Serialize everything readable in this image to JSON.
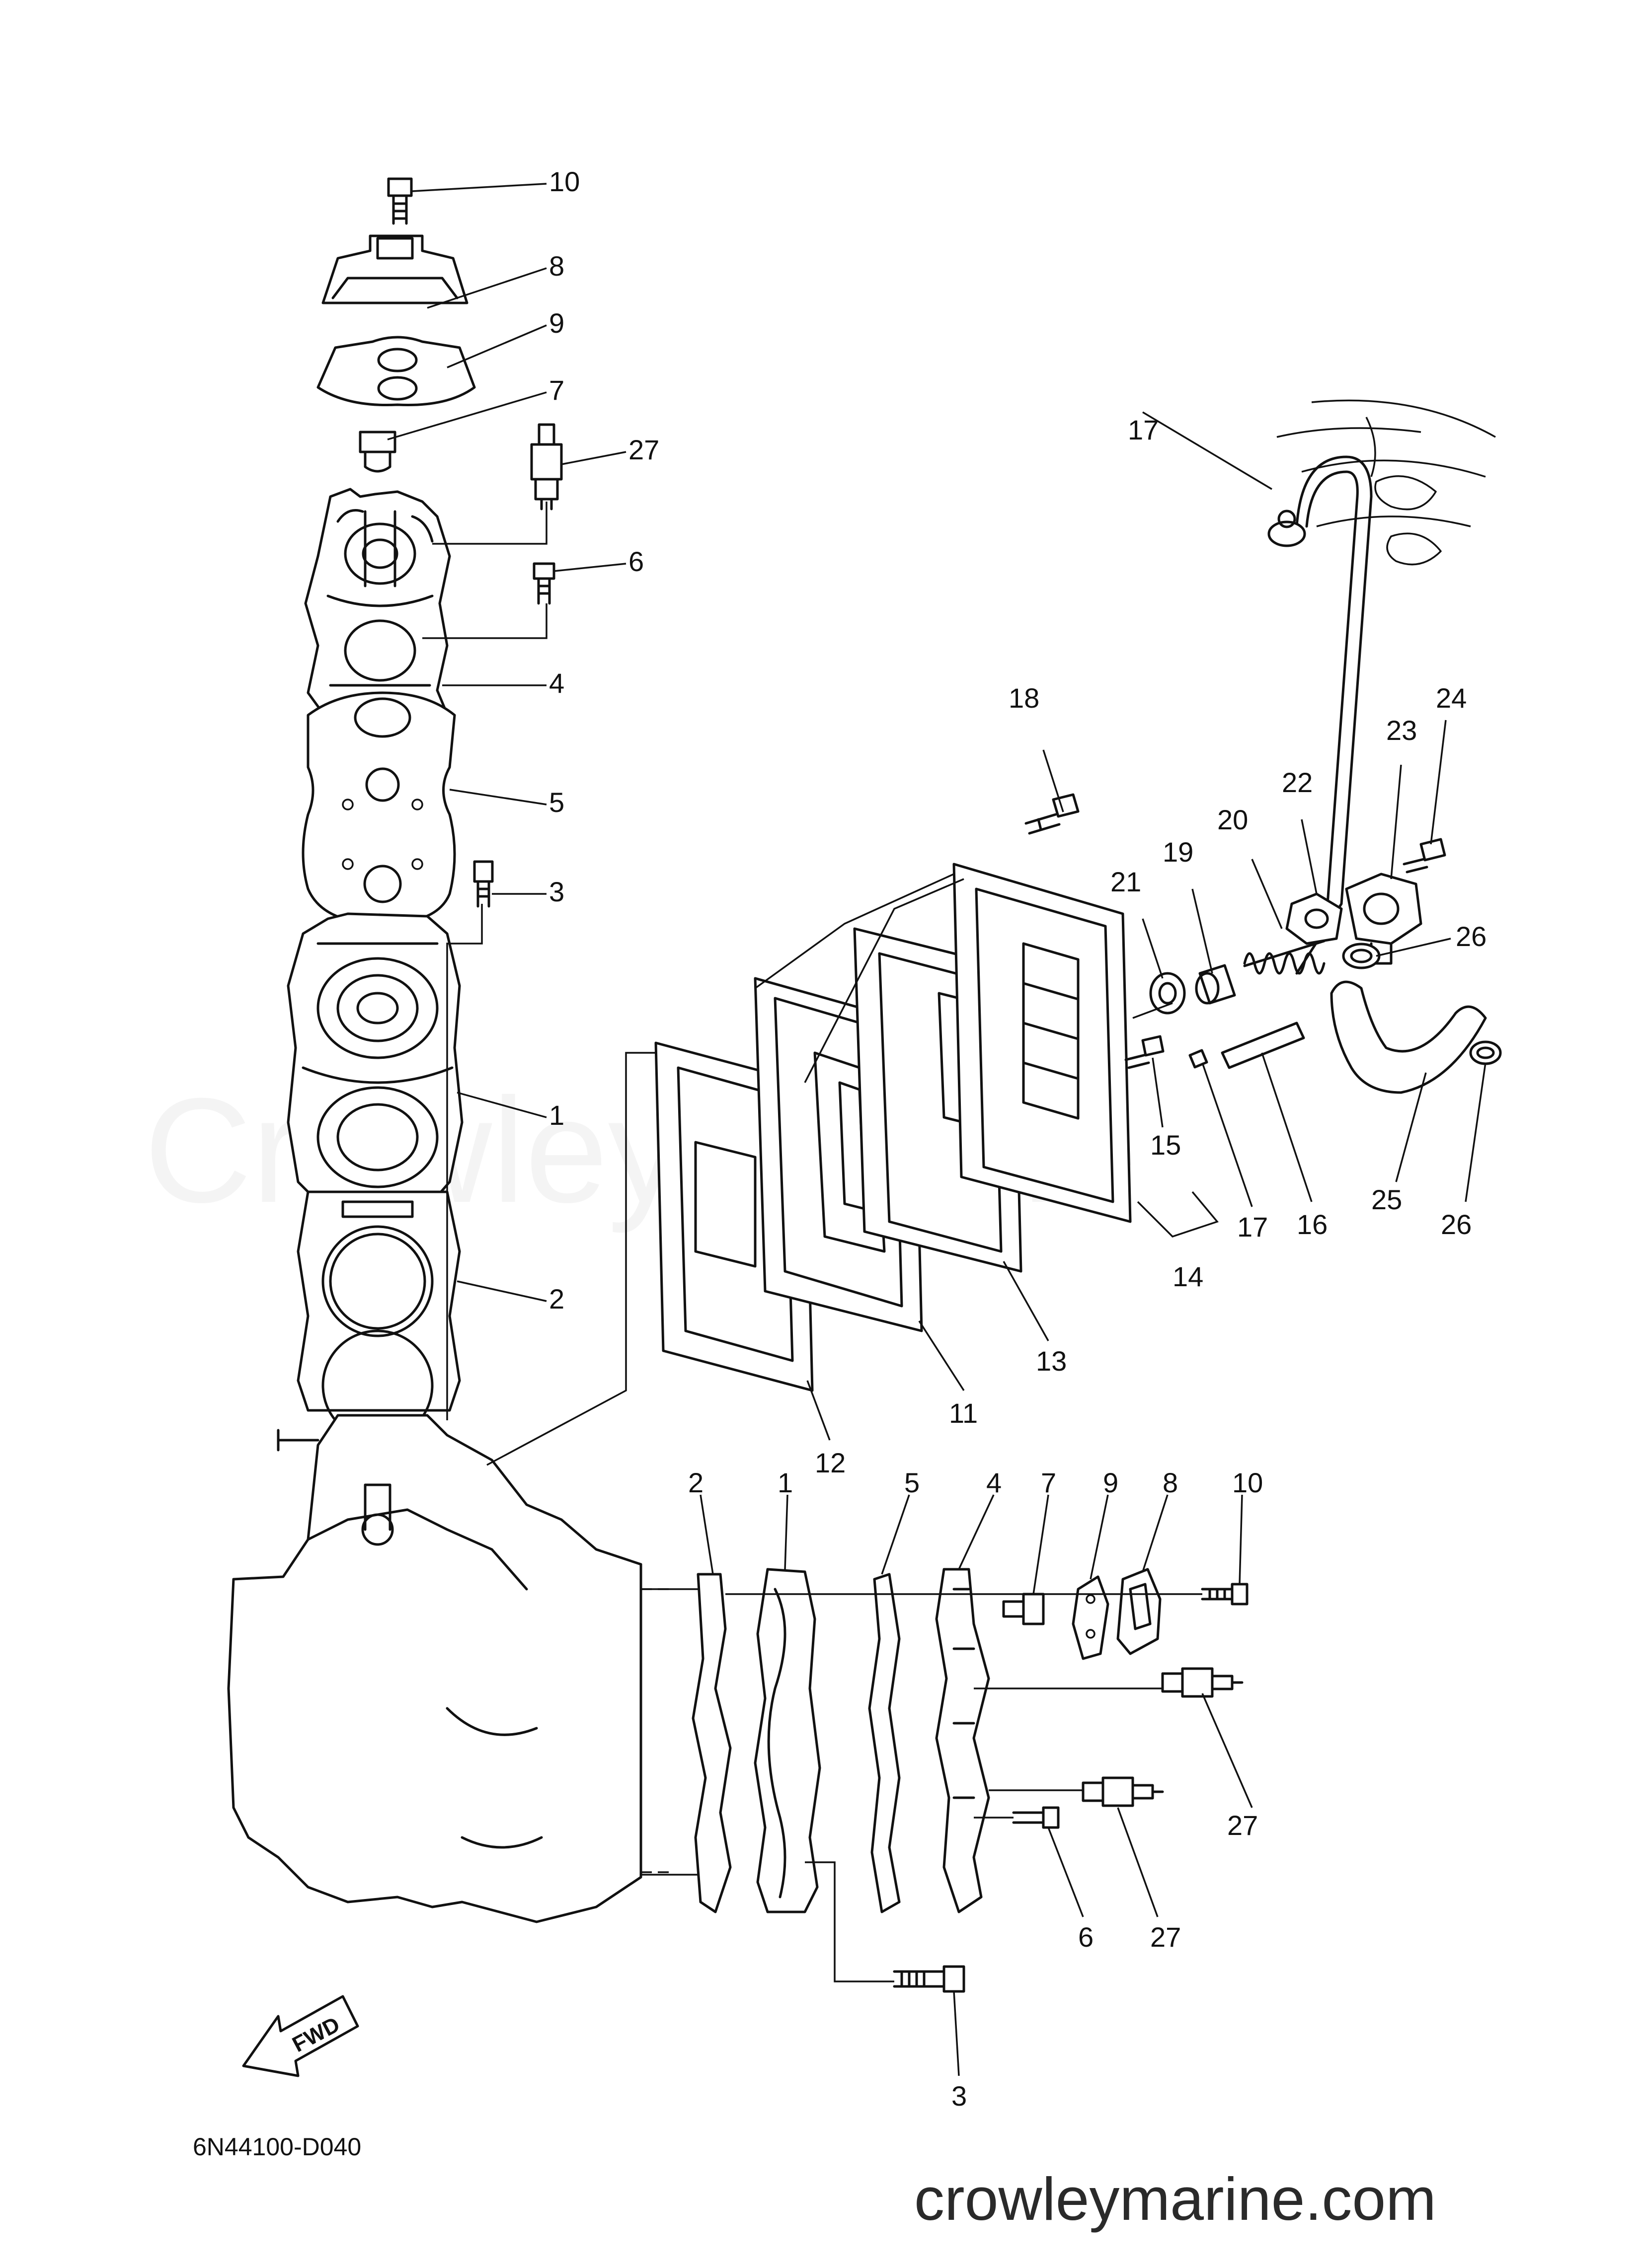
{
  "diagram": {
    "part_number": "6N44100-D040",
    "direction_label": "FWD",
    "watermark_background": "CrowleyMarine",
    "watermark_site": "crowleymarine.com",
    "callouts": [
      {
        "id": "c10a",
        "label": "10"
      },
      {
        "id": "c8a",
        "label": "8"
      },
      {
        "id": "c9a",
        "label": "9"
      },
      {
        "id": "c7a",
        "label": "7"
      },
      {
        "id": "c27a",
        "label": "27"
      },
      {
        "id": "c6a",
        "label": "6"
      },
      {
        "id": "c4a",
        "label": "4"
      },
      {
        "id": "c5a",
        "label": "5"
      },
      {
        "id": "c3a",
        "label": "3"
      },
      {
        "id": "c1a",
        "label": "1"
      },
      {
        "id": "c2a",
        "label": "2"
      },
      {
        "id": "c17a",
        "label": "17"
      },
      {
        "id": "c18",
        "label": "18"
      },
      {
        "id": "c22",
        "label": "22"
      },
      {
        "id": "c23",
        "label": "23"
      },
      {
        "id": "c24",
        "label": "24"
      },
      {
        "id": "c20",
        "label": "20"
      },
      {
        "id": "c19",
        "label": "19"
      },
      {
        "id": "c21",
        "label": "21"
      },
      {
        "id": "c26a",
        "label": "26"
      },
      {
        "id": "c15",
        "label": "15"
      },
      {
        "id": "c25",
        "label": "25"
      },
      {
        "id": "c16",
        "label": "16"
      },
      {
        "id": "c26b",
        "label": "26"
      },
      {
        "id": "c17b",
        "label": "17"
      },
      {
        "id": "c14",
        "label": "14"
      },
      {
        "id": "c13",
        "label": "13"
      },
      {
        "id": "c11",
        "label": "11"
      },
      {
        "id": "c12",
        "label": "12"
      },
      {
        "id": "c2b",
        "label": "2"
      },
      {
        "id": "c1b",
        "label": "1"
      },
      {
        "id": "c5b",
        "label": "5"
      },
      {
        "id": "c4b",
        "label": "4"
      },
      {
        "id": "c7b",
        "label": "7"
      },
      {
        "id": "c9b",
        "label": "9"
      },
      {
        "id": "c8b",
        "label": "8"
      },
      {
        "id": "c10b",
        "label": "10"
      },
      {
        "id": "c27b",
        "label": "27"
      },
      {
        "id": "c27c",
        "label": "27"
      },
      {
        "id": "c6b",
        "label": "6"
      },
      {
        "id": "c3b",
        "label": "3"
      }
    ]
  }
}
